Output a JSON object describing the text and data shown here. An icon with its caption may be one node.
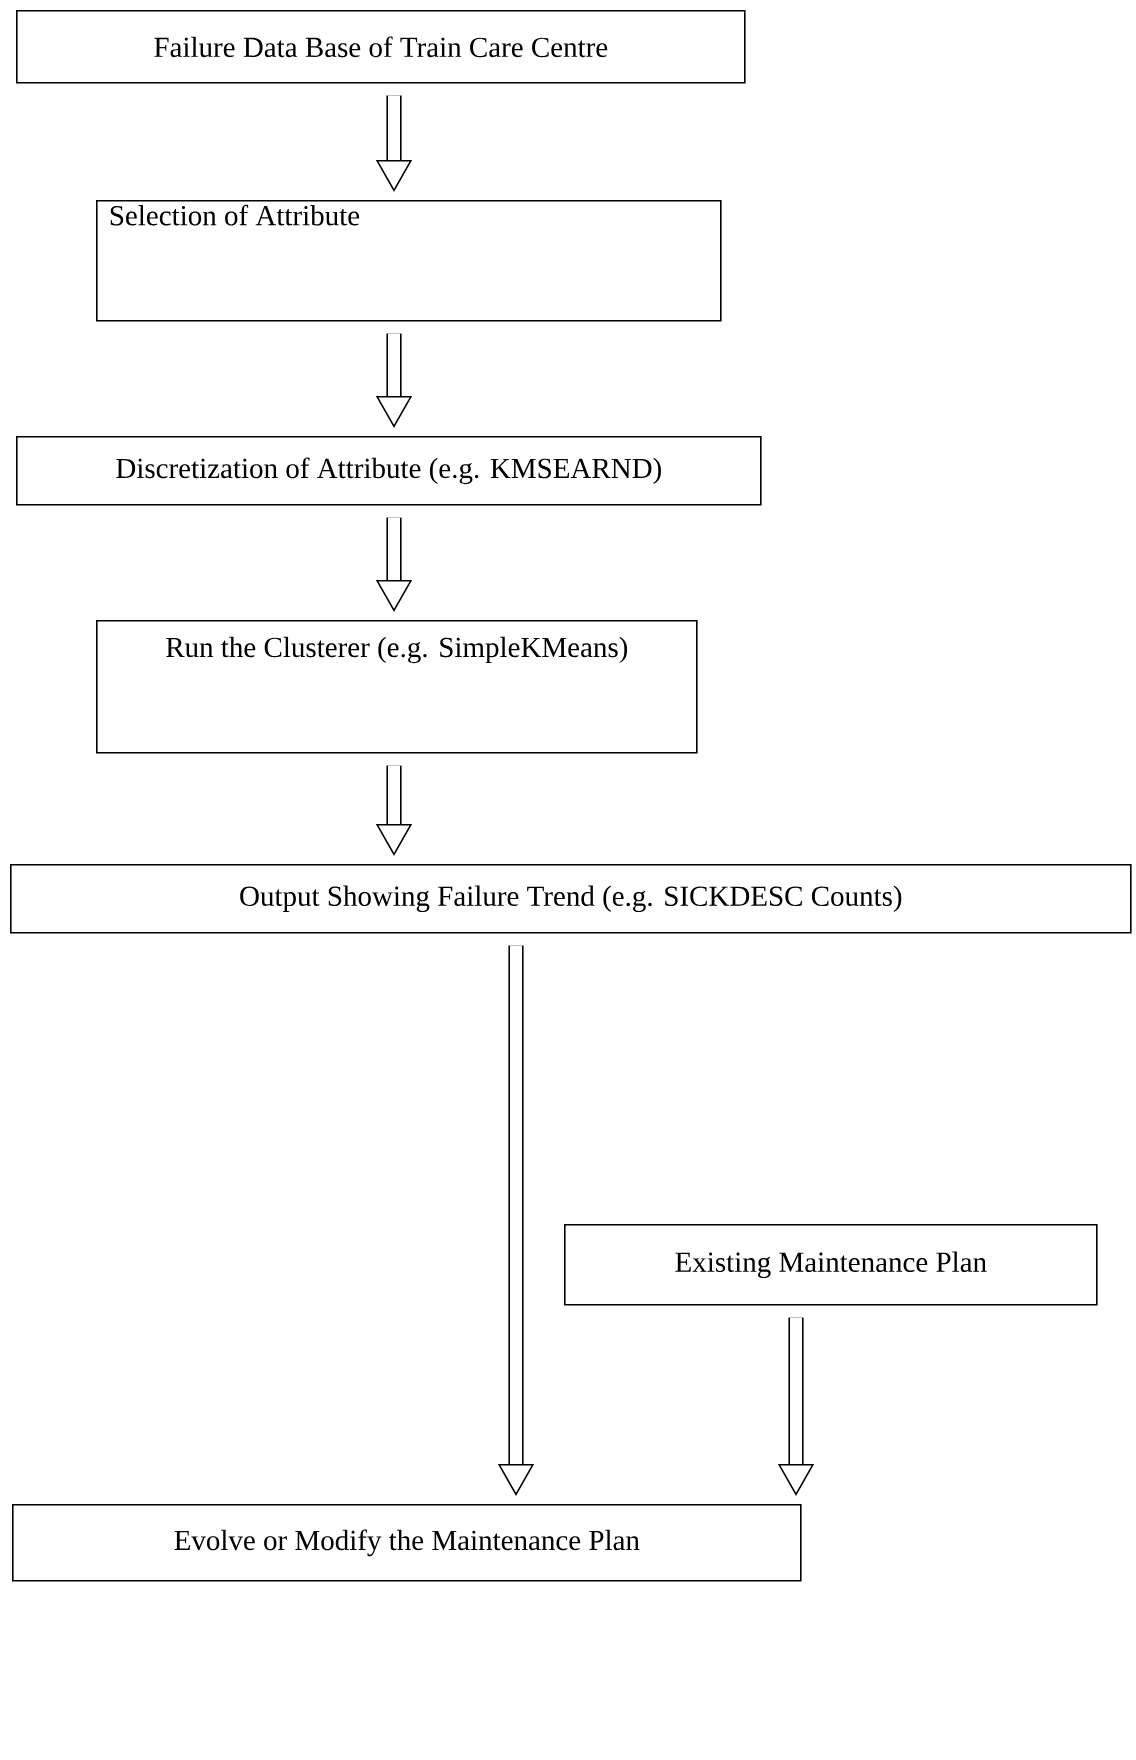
{
  "diagram": {
    "nodes": [
      {
        "text": [
          "Failure Data Base of Train Care Centre"
        ]
      },
      {
        "text": [
          "Selection of Attribute"
        ]
      },
      {
        "text": [
          "Discretization of Attribute (e.g. KMSEARND)"
        ]
      },
      {
        "text": [
          "Run the Clusterer (e.g. SimpleKMeans)"
        ]
      },
      {
        "text": [
          "Output Showing Failure Trend (e.g. SICKDESC Counts)"
        ]
      },
      {
        "text": [
          "Existing Maintenance Plan"
        ]
      },
      {
        "text": [
          "Evolve or Modify the Maintenance Plan"
        ]
      }
    ],
    "edges": [
      {
        "from": 0,
        "to": 1,
        "arrow": "to"
      },
      {
        "from": 1,
        "to": 2,
        "arrow": "to"
      },
      {
        "from": 2,
        "to": 3,
        "arrow": "to"
      },
      {
        "from": 3,
        "to": 4,
        "arrow": "to"
      },
      {
        "from": 4,
        "to": 6,
        "arrow": "to"
      },
      {
        "from": 5,
        "to": 6,
        "arrow": "to"
      }
    ]
  }
}
